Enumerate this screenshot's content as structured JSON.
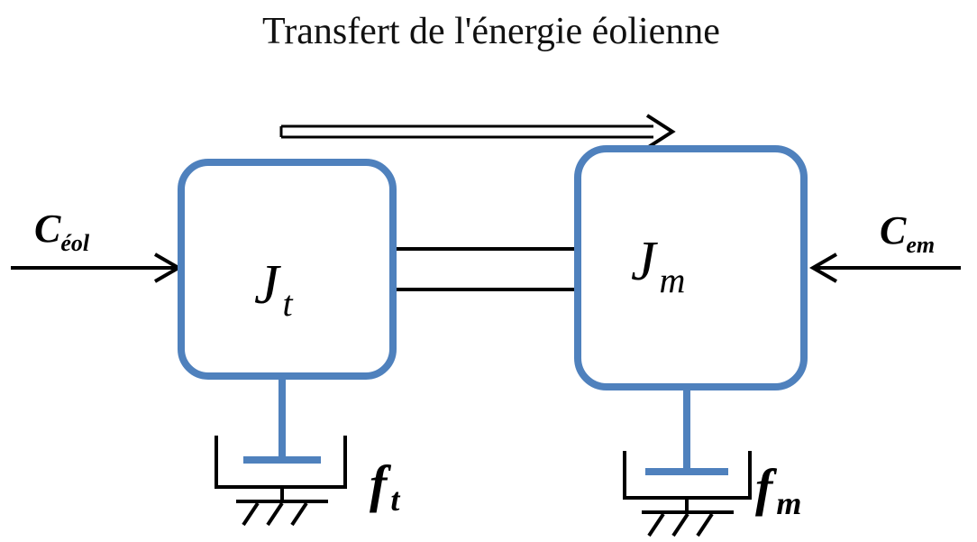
{
  "title": "Transfert de l'énergie éolienne",
  "inputs": {
    "left_torque": {
      "symbol": "C",
      "subscript": "éol"
    },
    "right_torque": {
      "symbol": "C",
      "subscript": "em"
    }
  },
  "masses": {
    "turbine": {
      "symbol": "J",
      "subscript": "t"
    },
    "machine": {
      "symbol": "J",
      "subscript": "m"
    }
  },
  "frictions": {
    "turbine": {
      "symbol": "f",
      "subscript": "t"
    },
    "machine": {
      "symbol": "f",
      "subscript": "m"
    }
  },
  "colors": {
    "box_stroke": "#4f81bd",
    "line": "#000000",
    "text": "#000000"
  }
}
